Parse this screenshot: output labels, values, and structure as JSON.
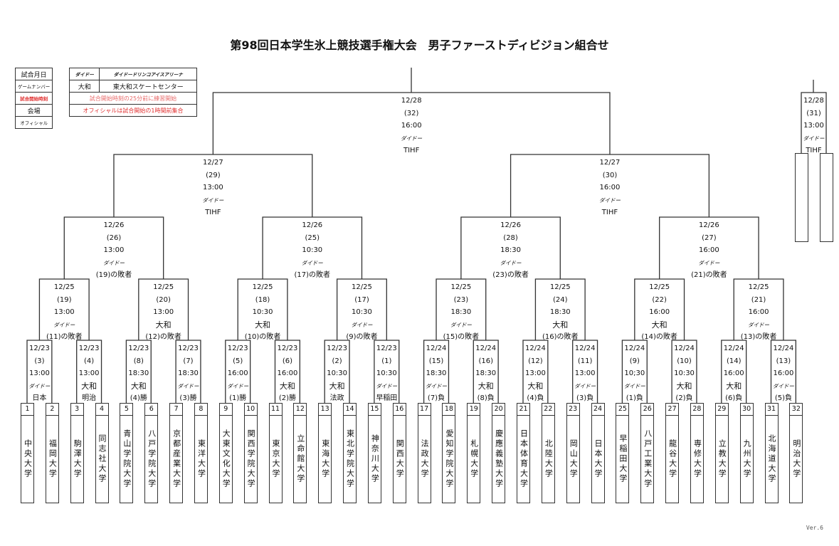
{
  "title": "第98回日本学生氷上競技選手権大会　男子ファーストディビジョン組合せ",
  "legend_left": [
    "試合月日",
    "ゲームナンバー",
    "試合開始時刻",
    "会場",
    "オフィシャル"
  ],
  "legend_right": {
    "venue1_abbr": "ダイドー",
    "venue1_name": "ダイドードリンコアイスアリーナ",
    "venue2_abbr": "大和",
    "venue2_name": "東大和スケートセンター",
    "note1": "試合開始時刻の25分前に練習開始",
    "note2": "オフィシャルは試合開始の1時間前集合"
  },
  "bracket": {
    "rounds": [
      {
        "matches": [
          [
            "12/23",
            "(3)",
            "13:00",
            "ダイドー",
            "日本"
          ],
          [
            "12/23",
            "(4)",
            "13:00",
            "大和",
            "明治"
          ],
          [
            "12/23",
            "(8)",
            "18:30",
            "大和",
            "(4)勝"
          ],
          [
            "12/23",
            "(7)",
            "18:30",
            "ダイドー",
            "(3)勝"
          ],
          [
            "12/23",
            "(5)",
            "16:00",
            "ダイドー",
            "(1)勝"
          ],
          [
            "12/23",
            "(6)",
            "16:00",
            "大和",
            "(2)勝"
          ],
          [
            "12/23",
            "(2)",
            "10:30",
            "大和",
            "法政"
          ],
          [
            "12/23",
            "(1)",
            "10:30",
            "ダイドー",
            "早稲田"
          ],
          [
            "12/24",
            "(15)",
            "18:30",
            "ダイドー",
            "(7)負"
          ],
          [
            "12/24",
            "(16)",
            "18:30",
            "大和",
            "(8)負"
          ],
          [
            "12/24",
            "(12)",
            "13:00",
            "大和",
            "(4)負"
          ],
          [
            "12/24",
            "(11)",
            "13:00",
            "ダイドー",
            "(3)負"
          ],
          [
            "12/24",
            "(9)",
            "10;30",
            "ダイドー",
            "(1)負"
          ],
          [
            "12/24",
            "(10)",
            "10:30",
            "大和",
            "(2)負"
          ],
          [
            "12/24",
            "(14)",
            "16:00",
            "大和",
            "(6)負"
          ],
          [
            "12/24",
            "(13)",
            "16:00",
            "ダイドー",
            "(5)負"
          ]
        ]
      },
      {
        "matches": [
          [
            "12/25",
            "(19)",
            "13:00",
            "ダイドー",
            "(11)の敗者"
          ],
          [
            "12/25",
            "(20)",
            "13:00",
            "大和",
            "(12)の敗者"
          ],
          [
            "12/25",
            "(18)",
            "10:30",
            "大和",
            "(10)の敗者"
          ],
          [
            "12/25",
            "(17)",
            "10:30",
            "ダイドー",
            "(9)の敗者"
          ],
          [
            "12/25",
            "(23)",
            "18:30",
            "ダイドー",
            "(15)の敗者"
          ],
          [
            "12/25",
            "(24)",
            "18:30",
            "大和",
            "(16)の敗者"
          ],
          [
            "12/25",
            "(22)",
            "16:00",
            "大和",
            "(14)の敗者"
          ],
          [
            "12/25",
            "(21)",
            "16:00",
            "ダイドー",
            "(13)の敗者"
          ]
        ]
      },
      {
        "matches": [
          [
            "12/26",
            "(26)",
            "13:00",
            "ダイドー",
            "(19)の敗者"
          ],
          [
            "12/26",
            "(25)",
            "10:30",
            "ダイドー",
            "(17)の敗者"
          ],
          [
            "12/26",
            "(28)",
            "18:30",
            "ダイドー",
            "(23)の敗者"
          ],
          [
            "12/26",
            "(27)",
            "16:00",
            "ダイドー",
            "(21)の敗者"
          ]
        ]
      },
      {
        "matches": [
          [
            "12/27",
            "(29)",
            "13:00",
            "ダイドー",
            "TIHF"
          ],
          [
            "12/27",
            "(30)",
            "16:00",
            "ダイドー",
            "TIHF"
          ]
        ]
      },
      {
        "matches": [
          [
            "12/28",
            "(32)",
            "16:00",
            "ダイドー",
            "TIHF"
          ]
        ]
      }
    ],
    "third_place": [
      "12/28",
      "(31)",
      "13:00",
      "ダイドー",
      "TIHF"
    ]
  },
  "teams": [
    {
      "num": "1",
      "name": "中央大学"
    },
    {
      "num": "2",
      "name": "福岡大学"
    },
    {
      "num": "3",
      "name": "駒澤大学"
    },
    {
      "num": "4",
      "name": "同志社大学"
    },
    {
      "num": "5",
      "name": "青山学院大学"
    },
    {
      "num": "6",
      "name": "八戸学院大学"
    },
    {
      "num": "7",
      "name": "京都産業大学"
    },
    {
      "num": "8",
      "name": "東洋大学"
    },
    {
      "num": "9",
      "name": "大東文化大学"
    },
    {
      "num": "10",
      "name": "関西学院大学"
    },
    {
      "num": "11",
      "name": "東京大学"
    },
    {
      "num": "12",
      "name": "立命館大学"
    },
    {
      "num": "13",
      "name": "東海大学"
    },
    {
      "num": "14",
      "name": "東北学院大学"
    },
    {
      "num": "15",
      "name": "神奈川大学"
    },
    {
      "num": "16",
      "name": "関西大学"
    },
    {
      "num": "17",
      "name": "法政大学"
    },
    {
      "num": "18",
      "name": "愛知学院大学"
    },
    {
      "num": "19",
      "name": "札幌大学"
    },
    {
      "num": "20",
      "name": "慶應義塾大学"
    },
    {
      "num": "21",
      "name": "日本体育大学"
    },
    {
      "num": "22",
      "name": "北陸大学"
    },
    {
      "num": "23",
      "name": "岡山大学"
    },
    {
      "num": "24",
      "name": "日本大学"
    },
    {
      "num": "25",
      "name": "早稲田大学"
    },
    {
      "num": "26",
      "name": "八戸工業大学"
    },
    {
      "num": "27",
      "name": "龍谷大学"
    },
    {
      "num": "28",
      "name": "専修大学"
    },
    {
      "num": "29",
      "name": "立教大学"
    },
    {
      "num": "30",
      "name": "九州大学"
    },
    {
      "num": "31",
      "name": "北海道大学"
    },
    {
      "num": "32",
      "name": "明治大学"
    }
  ],
  "version": "Ver.6"
}
